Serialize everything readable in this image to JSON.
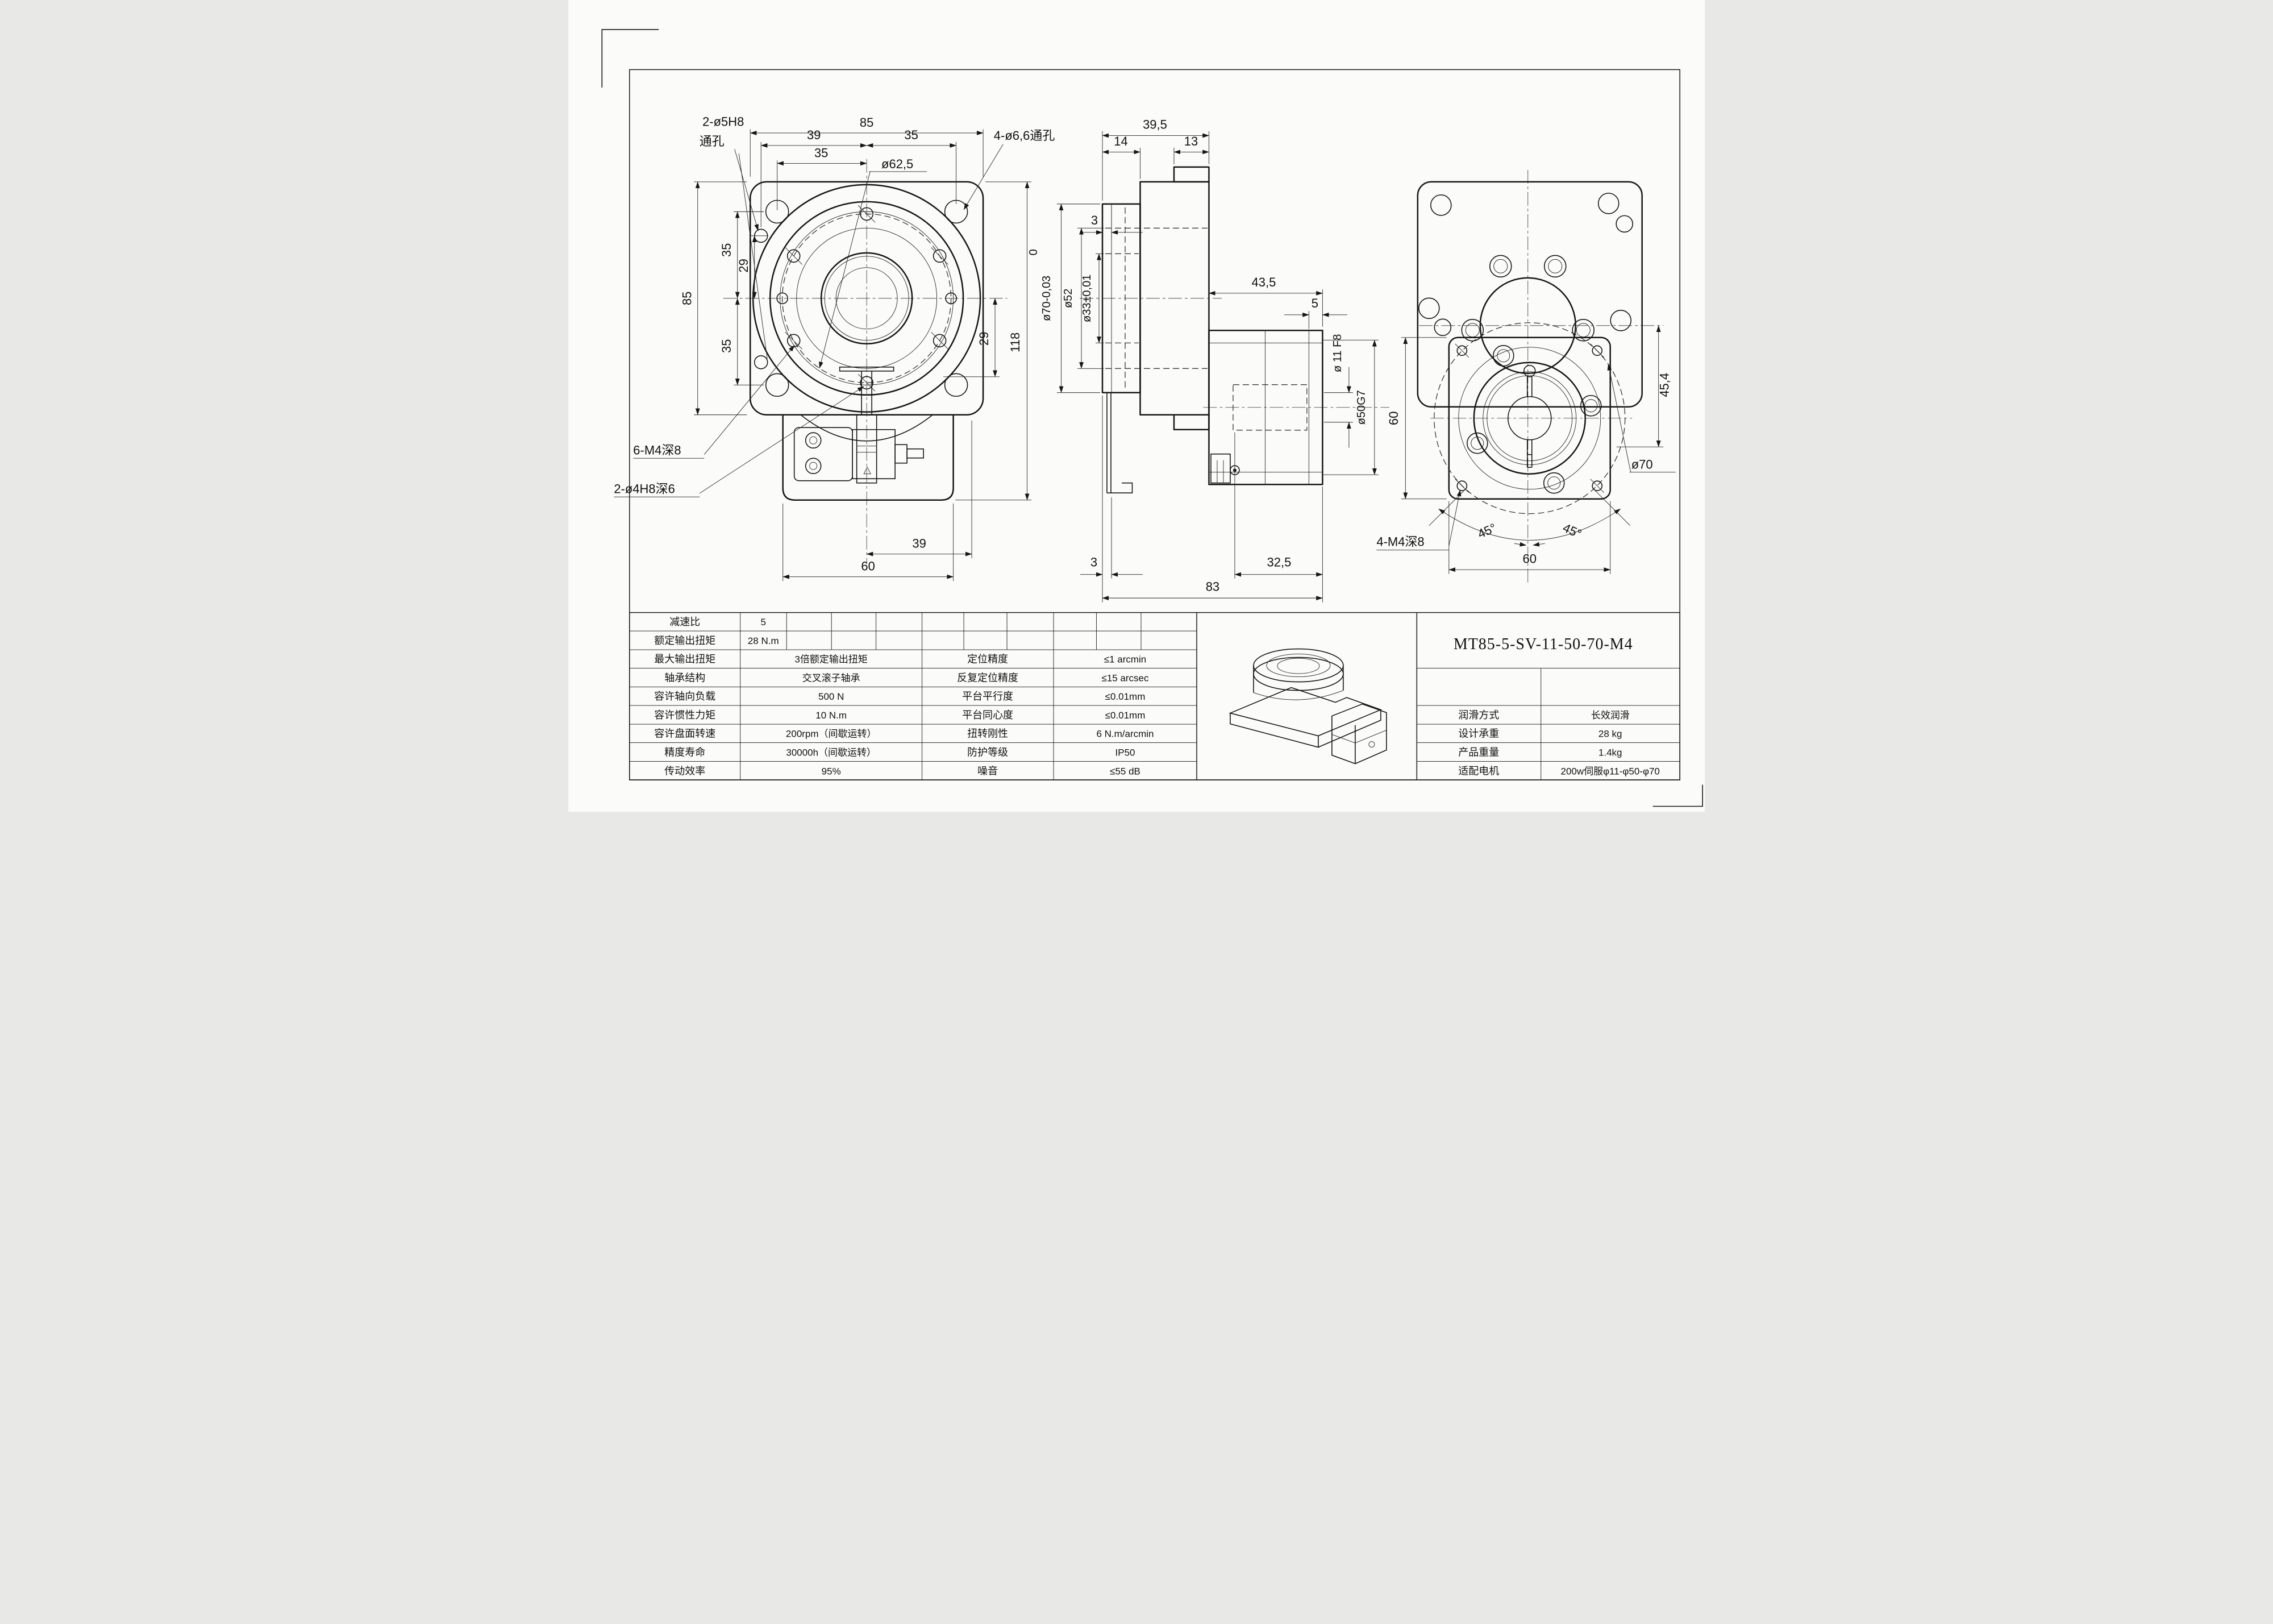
{
  "drawing": {
    "model_title": "MT85-5-SV-11-50-70-M4",
    "left_view": {
      "hole_note_top": "2-ø5H8",
      "hole_note_top2": "通孔",
      "dim_85_top": "85",
      "dim_39": "39",
      "dim_35_a": "35",
      "dim_35_b": "35",
      "dia_625": "ø62,5",
      "hole_note_right": "4-ø6,6通孔",
      "dim_85_left": "85",
      "dim_35_up": "35",
      "dim_29_left": "29",
      "dim_35_dn": "35",
      "dim_29_right": "29",
      "dim_118": "118",
      "thread_note": "6-M4深8",
      "dowel_note": "2-ø4H8深6",
      "dim_39_bot": "39",
      "dim_60_bot": "60"
    },
    "middle_view": {
      "dim_395": "39,5",
      "dim_14": "14",
      "dim_13": "13",
      "dim_3_top": "3",
      "tol_upper": "0",
      "dia_70": "ø70-0,03",
      "dia_52": "ø52",
      "dia_33": "ø33±0,01",
      "dim_435": "43,5",
      "dim_5": "5",
      "dia_11": "ø 11 F8",
      "dia_50": "ø50G7",
      "dim_3_bot": "3",
      "dim_325": "32,5",
      "dim_83": "83"
    },
    "right_view": {
      "dim_454": "45,4",
      "dim_60_left": "60",
      "dia_70": "ø70",
      "ang_45_l": "45°",
      "ang_45_r": "45°",
      "thread_note": "4-M4深8",
      "dim_60_bot": "60"
    }
  },
  "table": {
    "left_rows": [
      {
        "label": "减速比",
        "value": "5"
      },
      {
        "label": "额定输出扭矩",
        "value": "28 N.m"
      },
      {
        "label": "最大输出扭矩",
        "value": "3倍额定输出扭矩"
      },
      {
        "label": "轴承结构",
        "value": "交叉滚子轴承"
      },
      {
        "label": "容许轴向负载",
        "value": "500 N"
      },
      {
        "label": "容许惯性力矩",
        "value": "10 N.m"
      },
      {
        "label": "容许盘面转速",
        "value": "200rpm（间歇运转）"
      },
      {
        "label": "精度寿命",
        "value": "30000h（间歇运转）"
      },
      {
        "label": "传动效率",
        "value": "95%"
      }
    ],
    "mid_rows": [
      {
        "label": "定位精度",
        "value": "≤1 arcmin"
      },
      {
        "label": "反复定位精度",
        "value": "≤15 arcsec"
      },
      {
        "label": "平台平行度",
        "value": "≤0.01mm"
      },
      {
        "label": "平台同心度",
        "value": "≤0.01mm"
      },
      {
        "label": "扭转刚性",
        "value": "6 N.m/arcmin"
      },
      {
        "label": "防护等级",
        "value": "IP50"
      },
      {
        "label": "噪音",
        "value": "≤55 dB"
      }
    ],
    "right_section": {
      "title": "MT85-5-SV-11-50-70-M4",
      "rows": [
        {
          "label": "润滑方式",
          "value": "长效润滑"
        },
        {
          "label": "设计承重",
          "value": "28 kg"
        },
        {
          "label": "产品重量",
          "value": "1.4kg"
        },
        {
          "label": "适配电机",
          "value": "200w伺服φ11-φ50-φ70"
        }
      ]
    }
  },
  "colors": {
    "line": "#161616",
    "paper": "#fbfbf9"
  }
}
